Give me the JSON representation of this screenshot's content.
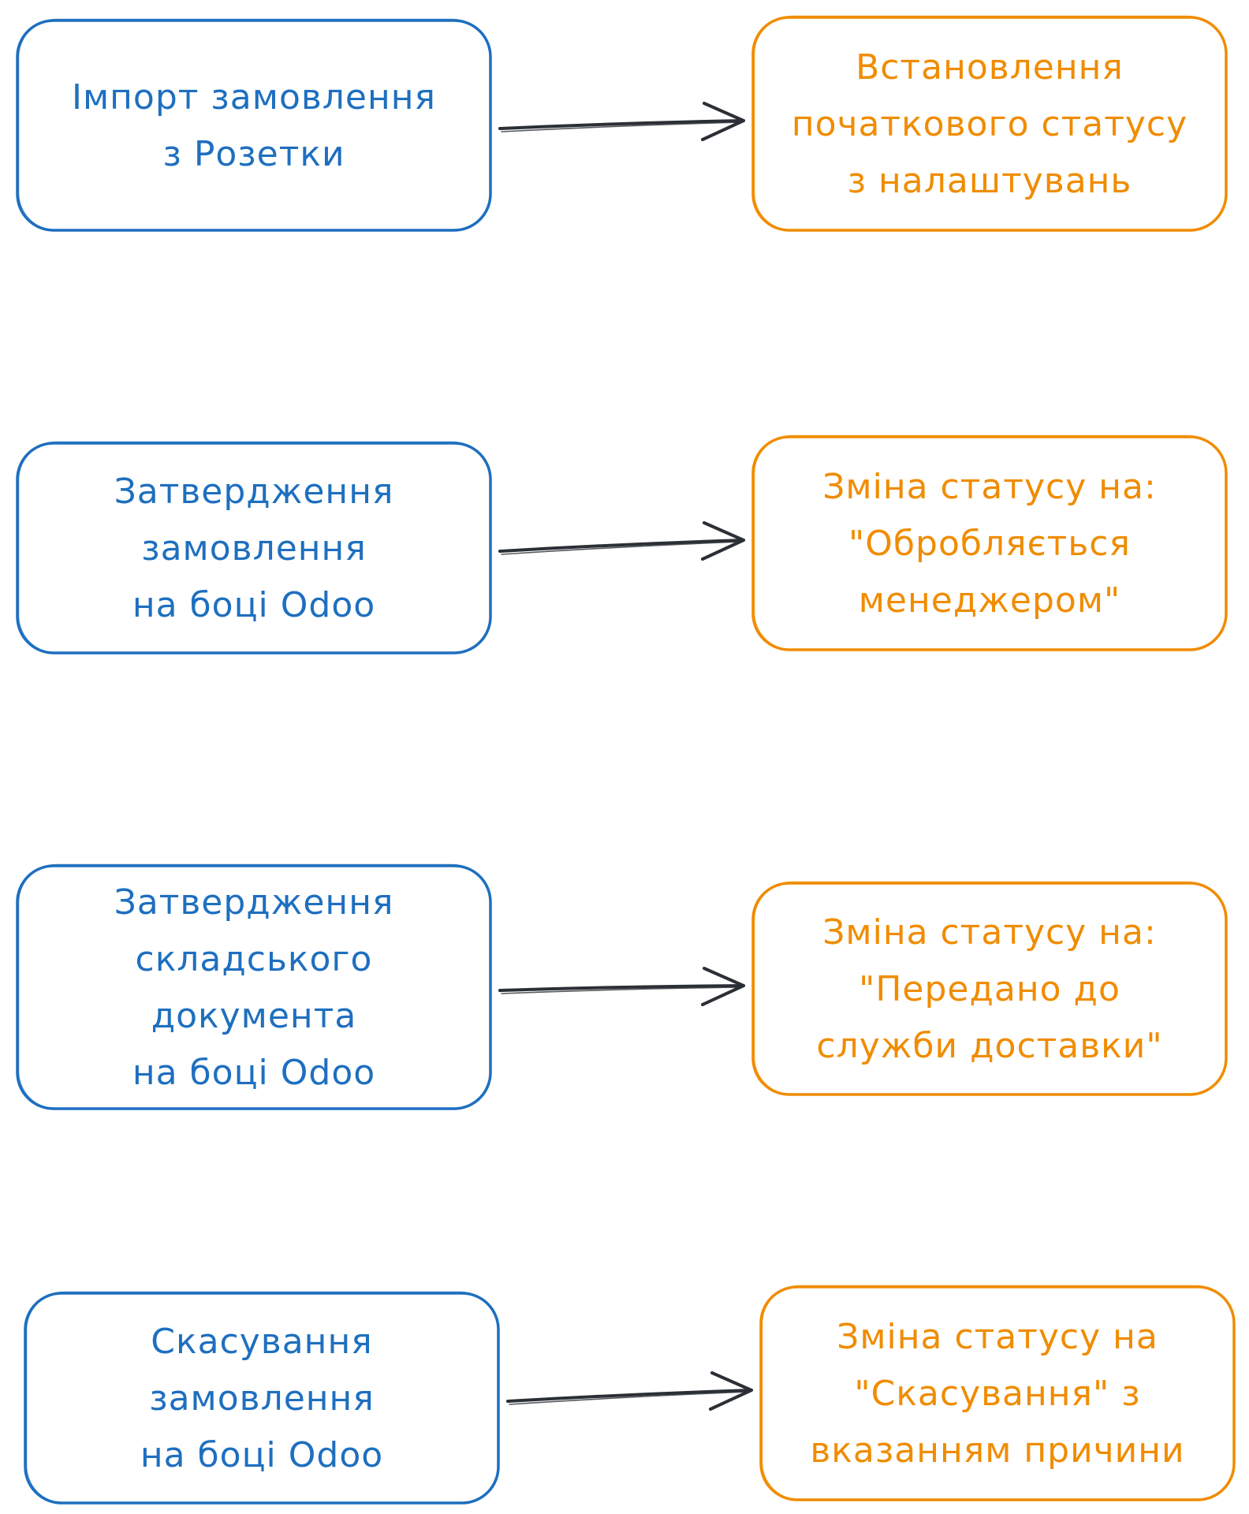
{
  "colors": {
    "left_node": "#1e6fbf",
    "right_node": "#f08c00",
    "arrow": "#2b2f36",
    "background": "#ffffff"
  },
  "rows": [
    {
      "left": {
        "name": "import-order",
        "lines": [
          "Імпорт замовлення",
          "з Розетки"
        ]
      },
      "right": {
        "name": "set-initial-status",
        "lines": [
          "Встановлення",
          "початкового статусу",
          "з налаштувань"
        ]
      }
    },
    {
      "left": {
        "name": "confirm-order",
        "lines": [
          "Затвердження",
          "замовлення",
          "на боці Odoo"
        ]
      },
      "right": {
        "name": "status-processing",
        "lines": [
          "Зміна статусу на:",
          "\"Обробляється",
          "менеджером\""
        ]
      }
    },
    {
      "left": {
        "name": "confirm-warehouse-doc",
        "lines": [
          "Затвердження",
          "складського",
          "документа",
          "на боці Odoo"
        ]
      },
      "right": {
        "name": "status-shipped",
        "lines": [
          "Зміна статусу на:",
          "\"Передано до",
          "служби доставки\""
        ]
      }
    },
    {
      "left": {
        "name": "cancel-order",
        "lines": [
          "Скасування",
          "замовлення",
          "на боці Odoo"
        ]
      },
      "right": {
        "name": "status-cancelled",
        "lines": [
          "Зміна статусу на",
          "\"Скасування\" з",
          "вказанням причини"
        ]
      }
    }
  ]
}
